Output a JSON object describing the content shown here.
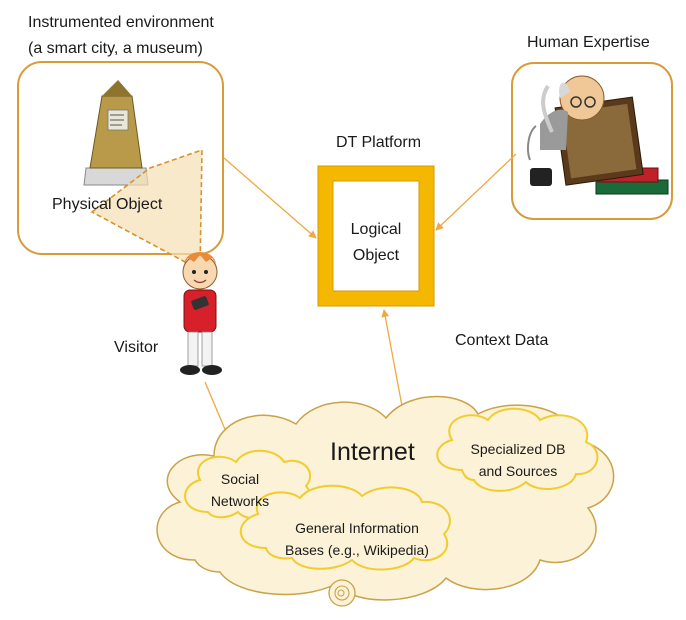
{
  "environment": {
    "line1": "Instrumented environment",
    "line2": "(a smart city, a museum)"
  },
  "human_expertise": "Human Expertise",
  "dt_platform": "DT Platform",
  "physical_object": "Physical Object",
  "logical_object": {
    "line1": "Logical",
    "line2": "Object"
  },
  "visitor": "Visitor",
  "context_data": "Context Data",
  "internet": "Internet",
  "specialized": {
    "line1": "Specialized DB",
    "line2": "and Sources"
  },
  "social": {
    "line1": "Social",
    "line2": "Networks"
  },
  "general": {
    "line1": "General Information",
    "line2": "Bases (e.g., Wikipedia)"
  },
  "colors": {
    "accent": "#f5b800",
    "arrow": "#f0a840",
    "box_border": "#d99a3a",
    "cloud_fill": "#fbf2d7",
    "cloud_stroke": "#c9a24a",
    "inner_cloud": "#f2cc2e"
  }
}
